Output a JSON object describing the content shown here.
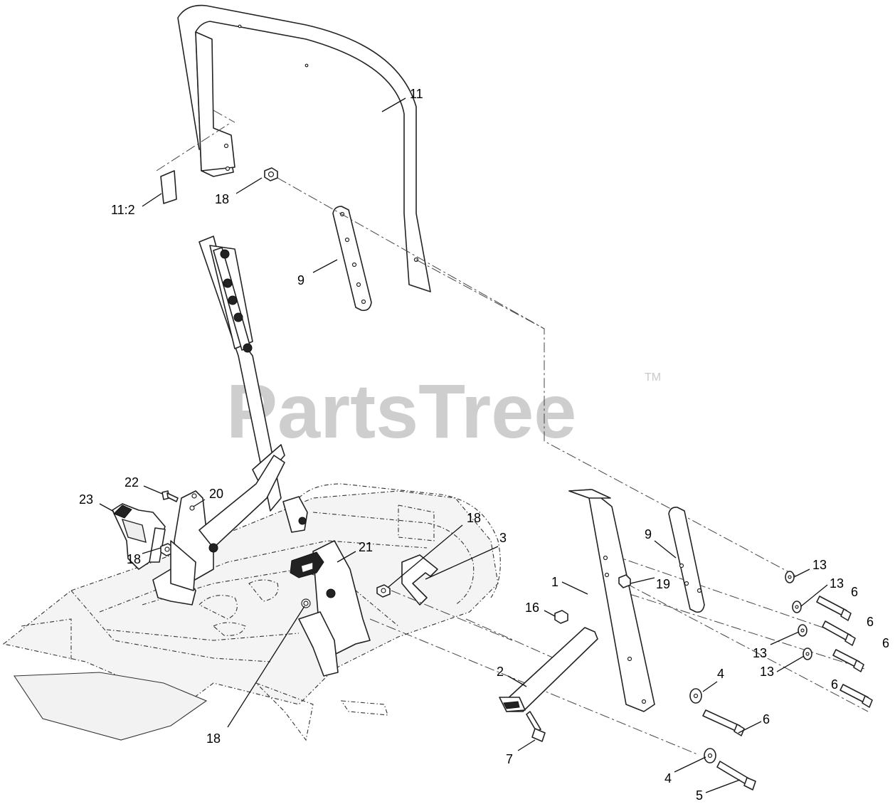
{
  "watermark": {
    "brand": "PartsTree",
    "tm": "TM"
  },
  "callouts": {
    "c11": "11",
    "c11_2": "11:2",
    "c18_top": "18",
    "c9_left": "9",
    "c22": "22",
    "c20": "20",
    "c23": "23",
    "c18_left": "18",
    "c18_mid": "18",
    "c3": "3",
    "c21": "21",
    "c18_bottom": "18",
    "c1": "1",
    "c9_right": "9",
    "c19": "19",
    "c13_a": "13",
    "c13_b": "13",
    "c6_a": "6",
    "c6_b": "6",
    "c13_c": "13",
    "c6_c": "6",
    "c13_d": "13",
    "c6_d": "6",
    "c16": "16",
    "c2": "2",
    "c4_a": "4",
    "c6_e": "6",
    "c7": "7",
    "c4_b": "4",
    "c5": "5"
  }
}
